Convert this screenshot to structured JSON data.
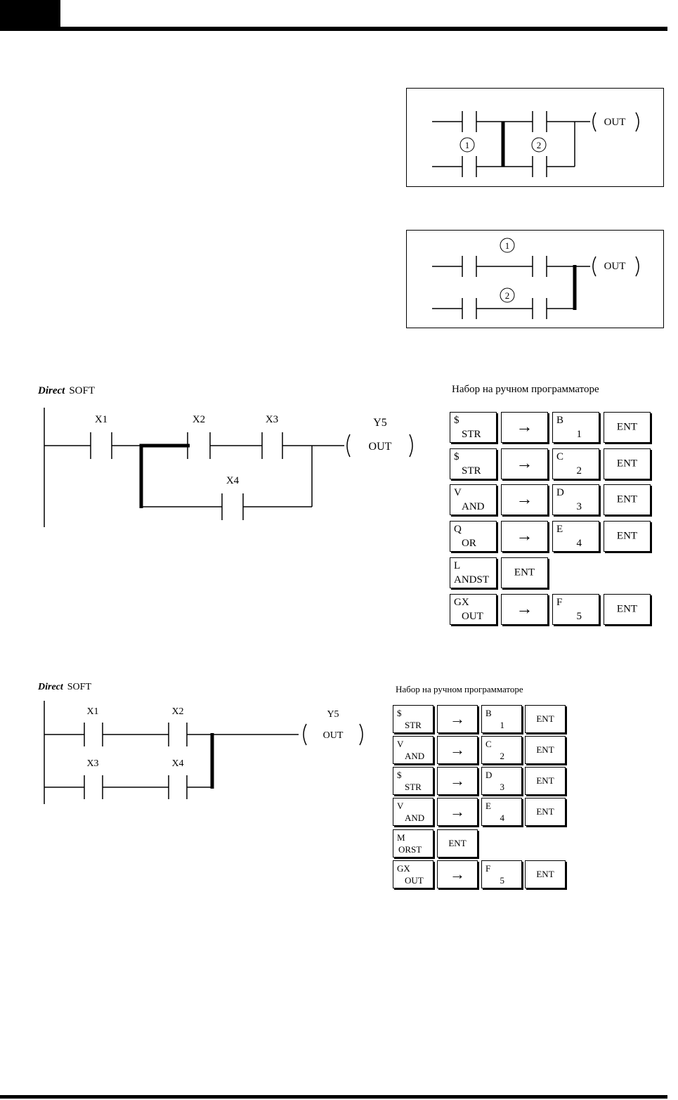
{
  "diagram_a": {
    "marker1": "1",
    "marker2": "2",
    "coil": "OUT"
  },
  "diagram_b": {
    "marker1": "1",
    "marker2": "2",
    "coil": "OUT"
  },
  "ladder1": {
    "brand_italic": "Direct",
    "brand_rest": "SOFT",
    "contacts": [
      "X1",
      "X2",
      "X3",
      "X4"
    ],
    "coil_addr": "Y5",
    "coil_label": "OUT"
  },
  "keypad1": {
    "title": "Набор на ручном программаторе",
    "rows": [
      {
        "instr_top": "$",
        "instr_bottom": "STR",
        "arrow": "→",
        "operand_top": "B",
        "operand_bottom": "1",
        "enter": "ENT"
      },
      {
        "instr_top": "$",
        "instr_bottom": "STR",
        "arrow": "→",
        "operand_top": "C",
        "operand_bottom": "2",
        "enter": "ENT"
      },
      {
        "instr_top": "V",
        "instr_bottom": "AND",
        "arrow": "→",
        "operand_top": "D",
        "operand_bottom": "3",
        "enter": "ENT"
      },
      {
        "instr_top": "Q",
        "instr_bottom": "OR",
        "arrow": "→",
        "operand_top": "E",
        "operand_bottom": "4",
        "enter": "ENT"
      },
      {
        "instr_top": "L",
        "instr_bottom": "ANDST",
        "enter": "ENT"
      },
      {
        "instr_top": "GX",
        "instr_bottom": "OUT",
        "arrow": "→",
        "operand_top": "F",
        "operand_bottom": "5",
        "enter": "ENT"
      }
    ]
  },
  "ladder2": {
    "brand_italic": "Direct",
    "brand_rest": "SOFT",
    "contacts": [
      "X1",
      "X2",
      "X3",
      "X4"
    ],
    "coil_addr": "Y5",
    "coil_label": "OUT"
  },
  "keypad2": {
    "title": "Набор на ручном программаторе",
    "rows": [
      {
        "instr_top": "$",
        "instr_bottom": "STR",
        "arrow": "→",
        "operand_top": "B",
        "operand_bottom": "1",
        "enter": "ENT"
      },
      {
        "instr_top": "V",
        "instr_bottom": "AND",
        "arrow": "→",
        "operand_top": "C",
        "operand_bottom": "2",
        "enter": "ENT"
      },
      {
        "instr_top": "$",
        "instr_bottom": "STR",
        "arrow": "→",
        "operand_top": "D",
        "operand_bottom": "3",
        "enter": "ENT"
      },
      {
        "instr_top": "V",
        "instr_bottom": "AND",
        "arrow": "→",
        "operand_top": "E",
        "operand_bottom": "4",
        "enter": "ENT"
      },
      {
        "instr_top": "M",
        "instr_bottom": "ORST",
        "enter": "ENT"
      },
      {
        "instr_top": "GX",
        "instr_bottom": "OUT",
        "arrow": "→",
        "operand_top": "F",
        "operand_bottom": "5",
        "enter": "ENT"
      }
    ]
  }
}
